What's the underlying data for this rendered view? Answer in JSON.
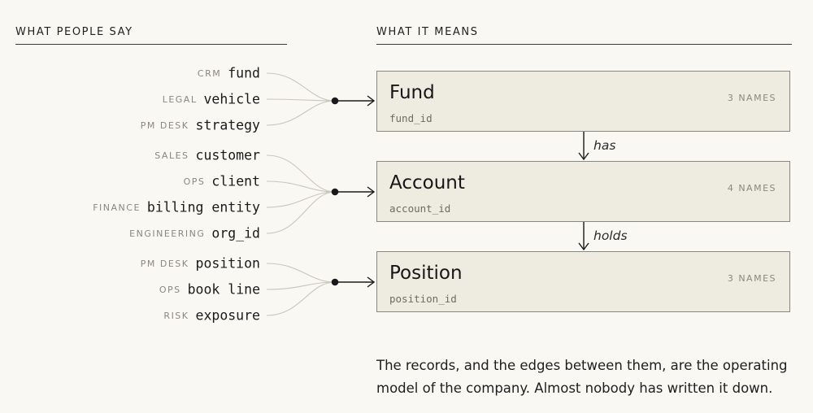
{
  "left_header": "WHAT PEOPLE SAY",
  "right_header": "WHAT IT MEANS",
  "groups": [
    {
      "terms": [
        {
          "team": "CRM",
          "word": "fund"
        },
        {
          "team": "LEGAL",
          "word": "vehicle"
        },
        {
          "team": "PM DESK",
          "word": "strategy"
        }
      ]
    },
    {
      "terms": [
        {
          "team": "SALES",
          "word": "customer"
        },
        {
          "team": "OPS",
          "word": "client"
        },
        {
          "team": "FINANCE",
          "word": "billing entity"
        },
        {
          "team": "ENGINEERING",
          "word": "org_id"
        }
      ]
    },
    {
      "terms": [
        {
          "team": "PM DESK",
          "word": "position"
        },
        {
          "team": "OPS",
          "word": "book line"
        },
        {
          "team": "RISK",
          "word": "exposure"
        }
      ]
    }
  ],
  "entities": [
    {
      "name": "Fund",
      "key": "fund_id",
      "count": "3 NAMES"
    },
    {
      "name": "Account",
      "key": "account_id",
      "count": "4 NAMES"
    },
    {
      "name": "Position",
      "key": "position_id",
      "count": "3 NAMES"
    }
  ],
  "edges": [
    {
      "label": "has"
    },
    {
      "label": "holds"
    }
  ],
  "caption": "The records, and the edges between them, are the operating model of the company. Almost nobody has written it down.",
  "colors": {
    "background": "#f9f8f3",
    "entity_fill": "#eeebe1",
    "entity_border": "#8a877f",
    "team_label": "#8a8780",
    "connector": "#c9c6bd"
  }
}
